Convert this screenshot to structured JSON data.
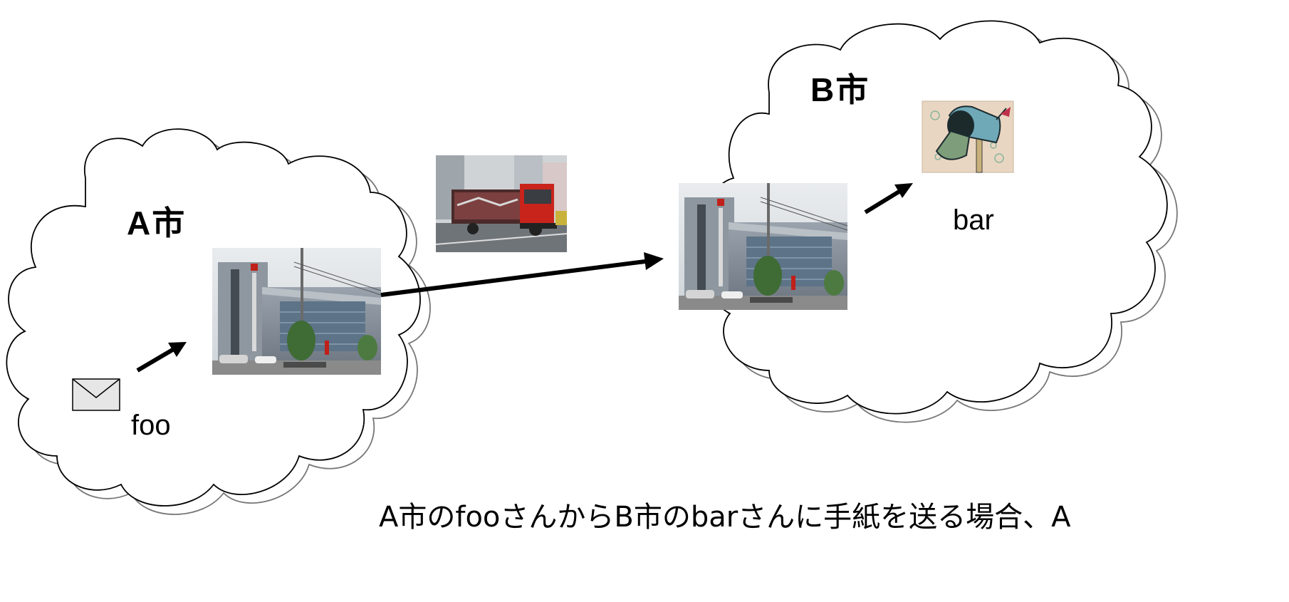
{
  "cities": {
    "a": {
      "label": "A市",
      "sender_name": "foo"
    },
    "b": {
      "label": "B市",
      "receiver_name": "bar"
    }
  },
  "icons": {
    "envelope": "envelope-icon",
    "post_office": "post-office-building-photo",
    "truck": "mail-truck-photo",
    "mailbox": "mailbox-clipart"
  },
  "caption": "A市のfooさんからB市のbarさんに手紙を送る場合、A",
  "colors": {
    "outline_dark": "#000000",
    "outline_light": "#777777",
    "truck_red": "#c8241c",
    "mailbox_blue": "#6fa9b8",
    "envelope_fill": "#e6e6e6"
  }
}
